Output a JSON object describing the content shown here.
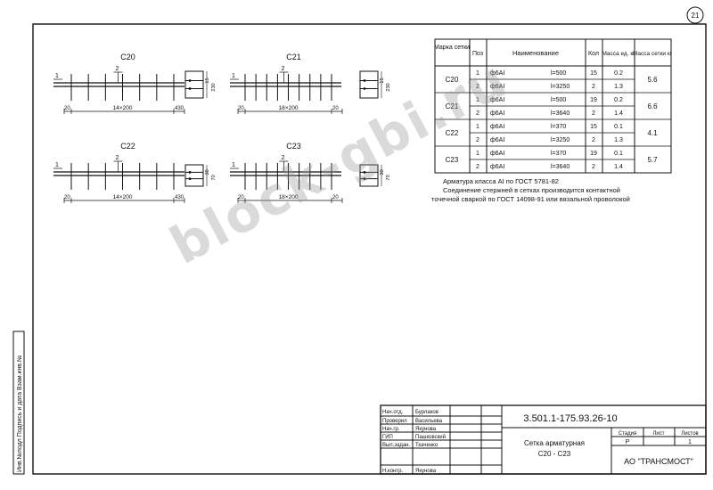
{
  "sheet_number": "21",
  "meshes": [
    {
      "name": "C20",
      "pos1": "1",
      "pos2": "2",
      "left": "20",
      "spans": "14×200",
      "right": "430",
      "sec_a": "15",
      "sec_b": "230"
    },
    {
      "name": "C21",
      "pos1": "1",
      "pos2": "2",
      "left": "20",
      "spans": "18×200",
      "right": "20",
      "sec_a": "15",
      "sec_b": "230"
    },
    {
      "name": "C22",
      "pos1": "1",
      "pos2": "2",
      "left": "20",
      "spans": "14×200",
      "right": "430",
      "sec_a": "30",
      "sec_b": "70"
    },
    {
      "name": "C23",
      "pos1": "1",
      "pos2": "2",
      "left": "20",
      "spans": "18×200",
      "right": "20",
      "sec_a": "30",
      "sec_b": "70"
    }
  ],
  "spec_table": {
    "headers": [
      "Марка сетки",
      "Поз",
      "Наименование",
      "Кол",
      "Масса ед. кг",
      "Масса сетки кг"
    ],
    "rows": [
      {
        "mark": "C20",
        "pos": "1",
        "name": "ф6АI",
        "len": "l=500",
        "qty": "15",
        "mass": "0.2",
        "total": "5.6"
      },
      {
        "mark": "",
        "pos": "2",
        "name": "ф6АI",
        "len": "l=3250",
        "qty": "2",
        "mass": "1.3",
        "total": ""
      },
      {
        "mark": "C21",
        "pos": "1",
        "name": "ф6АI",
        "len": "l=500",
        "qty": "19",
        "mass": "0.2",
        "total": "6.6"
      },
      {
        "mark": "",
        "pos": "2",
        "name": "ф6АI",
        "len": "l=3640",
        "qty": "2",
        "mass": "1.4",
        "total": ""
      },
      {
        "mark": "C22",
        "pos": "1",
        "name": "ф6АI",
        "len": "l=370",
        "qty": "15",
        "mass": "0.1",
        "total": "4.1"
      },
      {
        "mark": "",
        "pos": "2",
        "name": "ф6АI",
        "len": "l=3250",
        "qty": "2",
        "mass": "1.3",
        "total": ""
      },
      {
        "mark": "C23",
        "pos": "1",
        "name": "ф6АI",
        "len": "l=370",
        "qty": "19",
        "mass": "0.1",
        "total": "5.7"
      },
      {
        "mark": "",
        "pos": "2",
        "name": "ф6АI",
        "len": "l=3640",
        "qty": "2",
        "mass": "1.4",
        "total": ""
      }
    ]
  },
  "notes": [
    "Арматура класса АI по ГОСТ 5781-82",
    "Соединение стержней в сетках производится контактной",
    "точечной сваркой по ГОСТ 14098-91 или вязальной проволокой"
  ],
  "watermark": "block-gbi.ru",
  "side_stamp": "Инв.№подл  Подпись и дата  Взам.инв.№",
  "title_block": {
    "doc_code": "3.501.1-175.93.26-10",
    "title_line1": "Сетка арматурная",
    "title_line2": "С20 - С23",
    "stage_label": "Стадия",
    "sheet_label": "Лист",
    "sheets_label": "Листов",
    "stage_value": "Р",
    "sheets_value": "1",
    "org": "АО \"ТРАНСМОСТ\"",
    "signers": [
      {
        "role": "Нач.отд.",
        "name": "Бурлаков"
      },
      {
        "role": "Проверил",
        "name": "Васильева"
      },
      {
        "role": "Нач.гр.",
        "name": "Якунова"
      },
      {
        "role": "ГИП",
        "name": "Пашковский"
      },
      {
        "role": "Вып.задан.",
        "name": "Ткаченко"
      },
      {
        "role": "Н.контр.",
        "name": "Якунова"
      }
    ]
  }
}
